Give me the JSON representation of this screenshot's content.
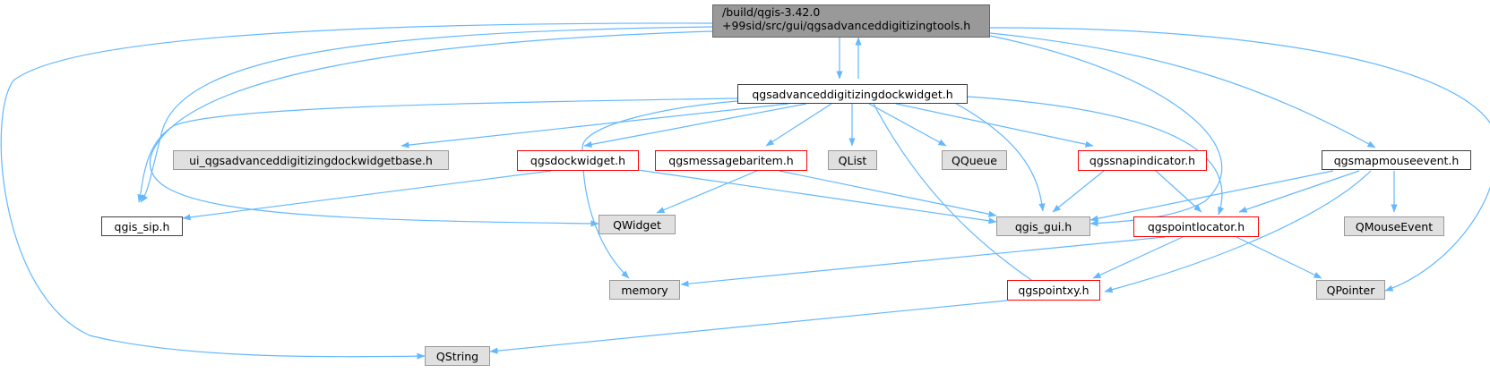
{
  "root": {
    "line1": "/build/qgis-3.42.0",
    "line2": "+99sid/src/gui/qgsadvanceddigitizingtools.h"
  },
  "nodes": {
    "dockwidget": "qgsadvanceddigitizingdockwidget.h",
    "mapmouseevent": "qgsmapmouseevent.h",
    "ui_base": "ui_qgsadvanceddigitizingdockwidgetbase.h",
    "qgsdockwidget": "qgsdockwidget.h",
    "messagebaritem": "qgsmessagebaritem.h",
    "qlist": "QList",
    "qqueue": "QQueue",
    "snapindicator": "qgssnapindicator.h",
    "qgis_sip": "qgis_sip.h",
    "qwidget": "QWidget",
    "qgis_gui": "qgis_gui.h",
    "pointlocator": "qgspointlocator.h",
    "qmouseevent": "QMouseEvent",
    "memory": "memory",
    "pointxy": "qgspointxy.h",
    "qpointer": "QPointer",
    "qstring": "QString"
  },
  "colors": {
    "edge": "#63b8ff",
    "root_fill": "#999999",
    "external_fill": "#e0e0e0",
    "documented_border": "#3f3f3f",
    "undocumented_border": "#ff0000"
  }
}
